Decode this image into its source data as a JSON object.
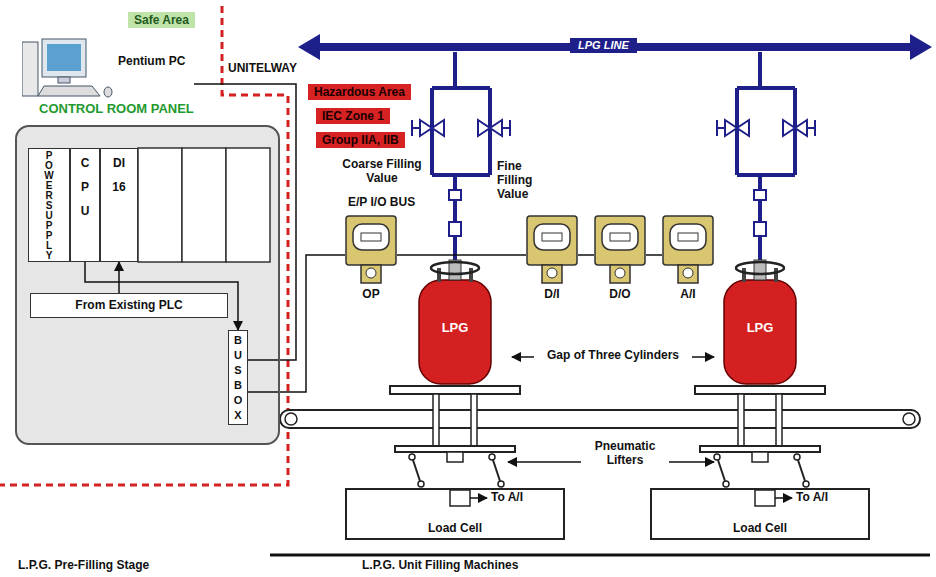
{
  "diagram": {
    "nodes": [
      {
        "text": [
          "Safe Area"
        ]
      },
      {
        "text": [
          "Pentium PC"
        ]
      },
      {
        "text": [
          "Hazardous Area"
        ]
      },
      {
        "text": [
          "IEC Zone 1"
        ]
      },
      {
        "text": [
          "Group IIA, IIB"
        ]
      },
      {
        "text": [
          "LPG LINE"
        ]
      },
      {
        "text": [
          "CONTROL ROOM PANEL"
        ]
      },
      {
        "text": [
          "POWER SUPPLY"
        ],
        "in": 6
      },
      {
        "text": [
          "CPU"
        ],
        "in": 6
      },
      {
        "text": [
          "DI 16"
        ],
        "in": 6
      },
      {
        "text": [
          "From Existing PLC"
        ],
        "in": 6
      },
      {
        "text": [
          "BUSBOX"
        ],
        "in": 6
      },
      {
        "text": [
          "OP"
        ]
      },
      {
        "text": [
          "LPG"
        ]
      },
      {
        "text": [
          "D/I"
        ]
      },
      {
        "text": [
          "D/O"
        ]
      },
      {
        "text": [
          "A/I"
        ]
      },
      {
        "text": [
          "LPG"
        ]
      },
      {
        "text": [
          "Load Cell"
        ]
      },
      {
        "text": [
          "Load Cell"
        ]
      }
    ],
    "edges": [
      {
        "from": 1,
        "to": 11,
        "arrow": "none",
        "label": "UNITELWAY"
      },
      {
        "from": 10,
        "to": 9,
        "arrow": "to"
      },
      {
        "from": 8,
        "to": 11,
        "arrow": "to"
      },
      {
        "from": 11,
        "to": 12,
        "arrow": "none"
      },
      {
        "from": 12,
        "to": 14,
        "arrow": "none"
      },
      {
        "from": 14,
        "to": 15,
        "arrow": "none"
      },
      {
        "from": 15,
        "to": 16,
        "arrow": "none"
      }
    ],
    "labels": [
      "Coarse Filling Value",
      "E/P I/O BUS",
      "Fine Filling Value",
      "Gap of Three Cylinders",
      "Pneumatic Lifters",
      "To A/I",
      "To A/I",
      "L.P.G. Pre-Filling Stage",
      "L.P.G. Unit Filling Machines"
    ]
  }
}
